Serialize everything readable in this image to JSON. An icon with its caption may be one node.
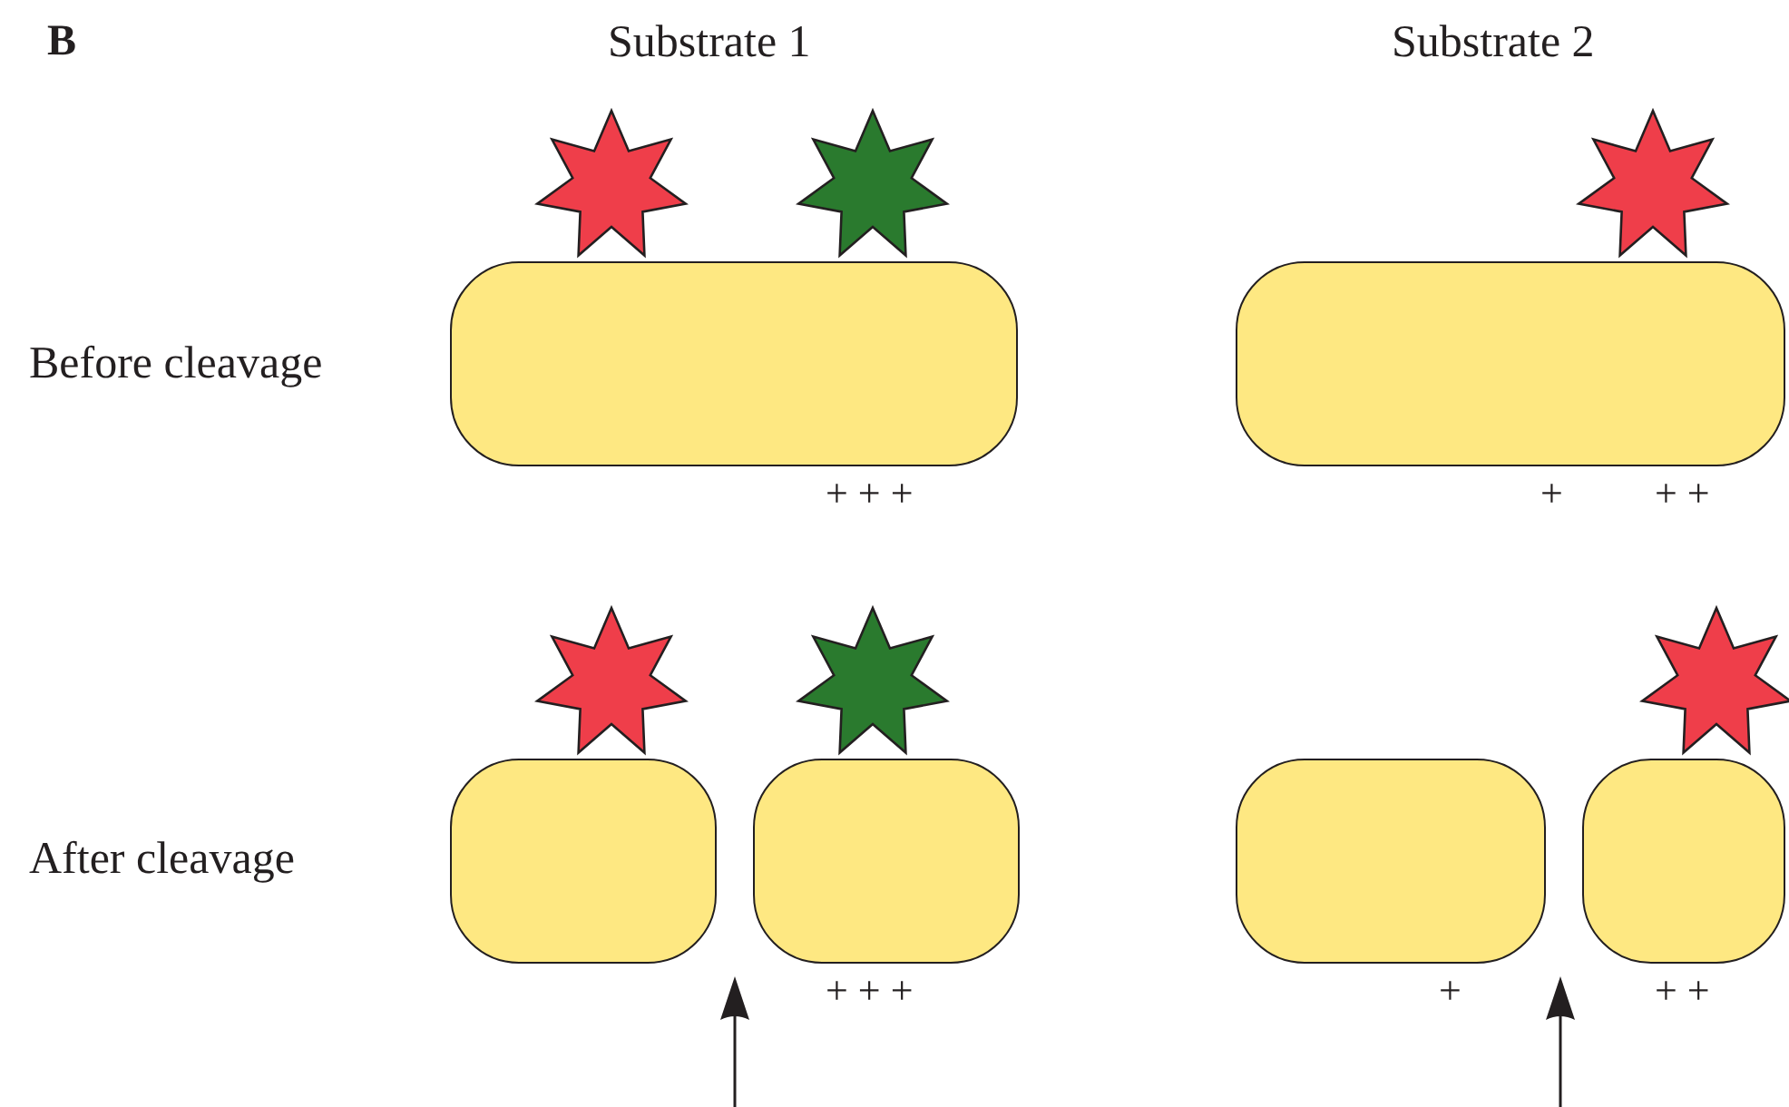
{
  "diagram": {
    "nodes": [
      {
        "text": [],
        "shape": "star"
      },
      {
        "text": [],
        "shape": "star"
      },
      {
        "text": [],
        "shape": "star"
      },
      {
        "text": [],
        "shape": "box"
      },
      {
        "text": [],
        "shape": "box"
      },
      {
        "text": [],
        "shape": "star"
      },
      {
        "text": [],
        "shape": "star"
      },
      {
        "text": [],
        "shape": "star"
      },
      {
        "text": [],
        "shape": "box"
      },
      {
        "text": [],
        "shape": "box"
      },
      {
        "text": [],
        "shape": "box"
      },
      {
        "text": [],
        "shape": "box"
      }
    ],
    "edges": [],
    "labels": [
      "B",
      "Substrate 1",
      "Substrate 2",
      "Before cleavage",
      "+ + +",
      "+",
      "+ +",
      "After cleavage",
      "+ + +",
      "+",
      "+ +"
    ]
  }
}
